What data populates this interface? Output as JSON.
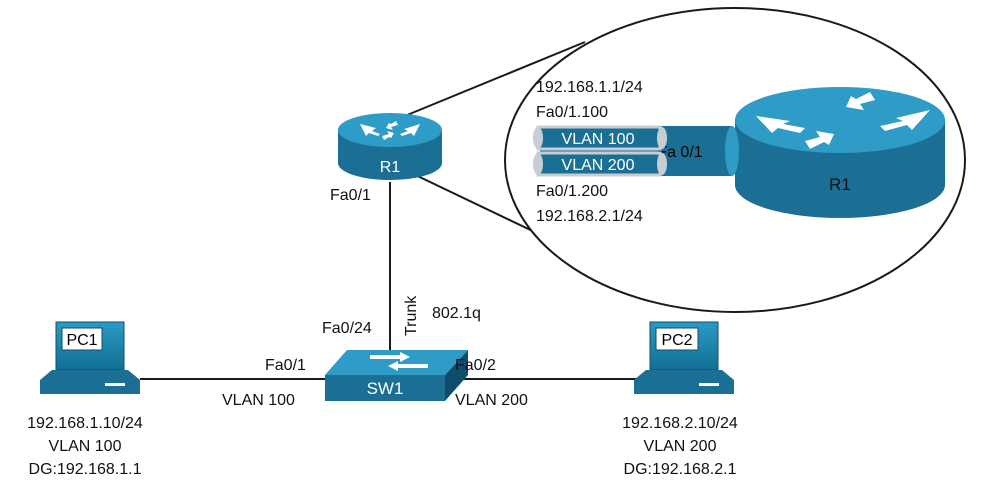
{
  "colors": {
    "device_blue": "#1f7fa6",
    "device_dark": "#0f4e6a",
    "device_top": "#2e9cc6",
    "tube_gray": "#c7cdd2",
    "line": "#1a1a1a"
  },
  "router": {
    "name": "R1",
    "port": "Fa0/1"
  },
  "trunk": {
    "label": "Trunk",
    "protocol": "802.1q"
  },
  "switch": {
    "name": "SW1",
    "uplink_port": "Fa0/24",
    "left_port": "Fa0/1",
    "right_port": "Fa0/2",
    "left_vlan": "VLAN 100",
    "right_vlan": "VLAN 200"
  },
  "pc1": {
    "name": "PC1",
    "ip": "192.168.1.10/24",
    "vlan": "VLAN 100",
    "gateway": "DG:192.168.1.1"
  },
  "pc2": {
    "name": "PC2",
    "ip": "192.168.2.10/24",
    "vlan": "VLAN 200",
    "gateway": "DG:192.168.2.1"
  },
  "zoom": {
    "router_name": "R1",
    "interface": "Fa 0/1",
    "sub1_ip": "192.168.1.1/24",
    "sub1_if": "Fa0/1.100",
    "sub1_vlan": "VLAN 100",
    "sub2_vlan": "VLAN 200",
    "sub2_if": "Fa0/1.200",
    "sub2_ip": "192.168.2.1/24"
  }
}
